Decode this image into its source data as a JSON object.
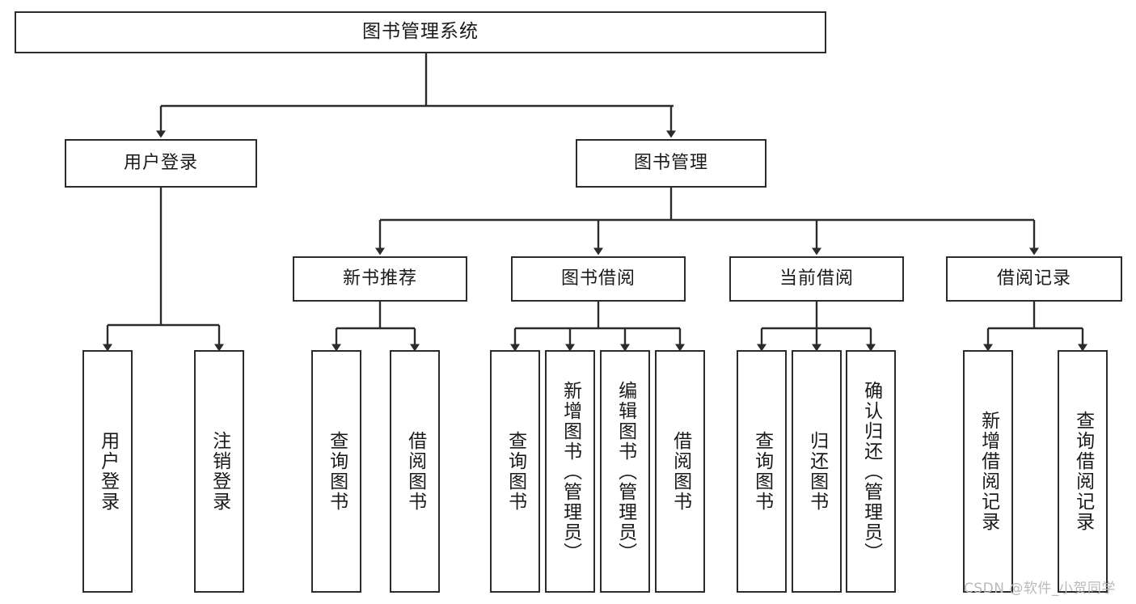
{
  "diagram": {
    "title": "图书管理系统",
    "type": "tree-hierarchy",
    "background_color": "#ffffff",
    "node_border_color": "#2b2b2b",
    "edge_color": "#2b2b2b",
    "nodes": {
      "root": {
        "label": "图书管理系统"
      },
      "level2": [
        {
          "id": "user-login",
          "label": "用户登录"
        },
        {
          "id": "book-management",
          "label": "图书管理"
        }
      ],
      "level3": [
        {
          "id": "new-book-recommend",
          "label": "新书推荐"
        },
        {
          "id": "book-borrow",
          "label": "图书借阅"
        },
        {
          "id": "current-borrow",
          "label": "当前借阅"
        },
        {
          "id": "borrow-record",
          "label": "借阅记录"
        }
      ],
      "leaves": [
        {
          "id": "leaf-user-login",
          "label": "用户登录",
          "parent": "user-login"
        },
        {
          "id": "leaf-logout-login",
          "label": "注销登录",
          "parent": "user-login"
        },
        {
          "id": "leaf-query-book-1",
          "label": "查询图书",
          "parent": "new-book-recommend"
        },
        {
          "id": "leaf-borrow-book-1",
          "label": "借阅图书",
          "parent": "new-book-recommend"
        },
        {
          "id": "leaf-query-book-2",
          "label": "查询图书",
          "parent": "book-borrow"
        },
        {
          "id": "leaf-add-book",
          "label": "新增图书（管理员）",
          "parent": "book-borrow"
        },
        {
          "id": "leaf-edit-book",
          "label": "编辑图书（管理员）",
          "parent": "book-borrow"
        },
        {
          "id": "leaf-borrow-book-2",
          "label": "借阅图书",
          "parent": "book-borrow"
        },
        {
          "id": "leaf-query-book-3",
          "label": "查询图书",
          "parent": "current-borrow"
        },
        {
          "id": "leaf-return-book",
          "label": "归还图书",
          "parent": "current-borrow"
        },
        {
          "id": "leaf-confirm-return",
          "label": "确认归还（管理员）",
          "parent": "current-borrow"
        },
        {
          "id": "leaf-add-record",
          "label": "新增借阅记录",
          "parent": "borrow-record"
        },
        {
          "id": "leaf-query-record",
          "label": "查询借阅记录",
          "parent": "borrow-record"
        }
      ]
    }
  },
  "watermark": {
    "text": "CSDN @软件_小贺同学"
  }
}
